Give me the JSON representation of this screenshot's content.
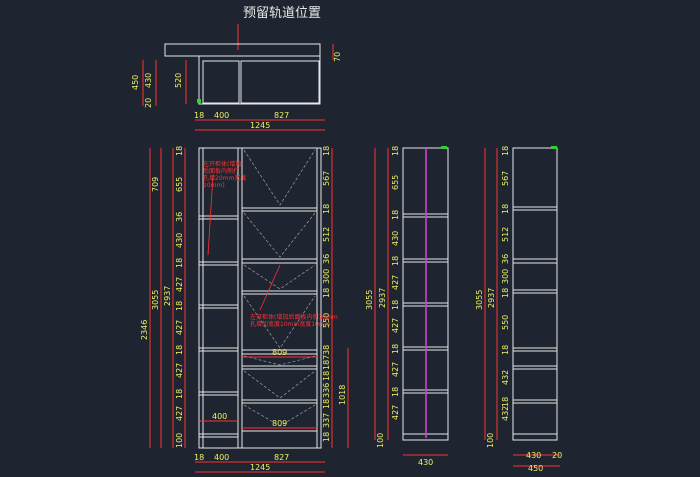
{
  "title": "预留轨道位置",
  "annotations": {
    "left_note": [
      "左开柜体(增加",
      "后面板内侧打",
      "孔增20mm宽度",
      "10mm)"
    ],
    "center_note": [
      "左开柜体(增加后面板内侧10mm",
      "孔增加宽度10mm宽度10mm"
    ]
  },
  "top_view": {
    "left_dims": [
      "450",
      "430",
      "20"
    ],
    "inner_dim": "520",
    "right_dim": "70",
    "bottom_dims": [
      "18",
      "400",
      "827"
    ],
    "total": "1245"
  },
  "front_view": {
    "left_outer": [
      "2346"
    ],
    "left_mid": [
      "709",
      "3055"
    ],
    "left_inner": [
      "2937"
    ],
    "left_segments": [
      "18",
      "655",
      "36",
      "430",
      "18",
      "427",
      "18",
      "427",
      "18",
      "427",
      "18",
      "427",
      "100"
    ],
    "right_segments": [
      "18",
      "567",
      "18",
      "512",
      "36",
      "300",
      "18",
      "550",
      "38",
      "187",
      "18",
      "336",
      "18",
      "337",
      "18"
    ],
    "right_outer": "1018",
    "mid_dims": [
      "809",
      "400",
      "809"
    ],
    "bottom_dims": [
      "18",
      "400",
      "827"
    ],
    "total": "1245"
  },
  "side_view_1": {
    "outer": [
      "3055",
      "2937"
    ],
    "segments": [
      "18",
      "655",
      "18",
      "430",
      "18",
      "427",
      "18",
      "427",
      "18",
      "427",
      "18",
      "427",
      "100"
    ],
    "bottom": "430"
  },
  "side_view_2": {
    "outer": [
      "3055",
      "2937"
    ],
    "segments": [
      "18",
      "567",
      "18",
      "512",
      "36",
      "300",
      "18",
      "550",
      "18",
      "432",
      "18",
      "432",
      "100"
    ],
    "bottom_dims": [
      "430",
      "20"
    ],
    "total": "450"
  }
}
